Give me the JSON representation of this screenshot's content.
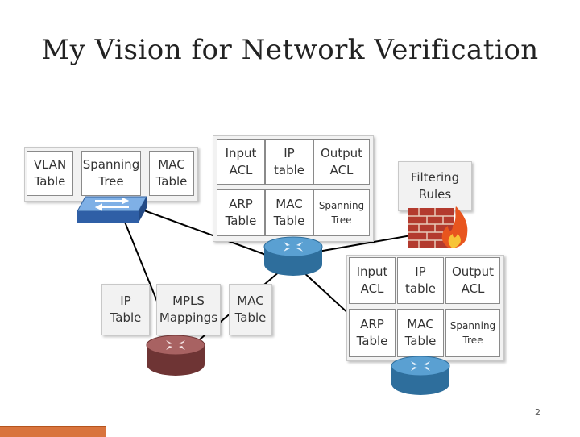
{
  "title": "My Vision for Network Verification",
  "page_number": "2",
  "switch_tables": [
    "VLAN\nTable",
    "Spanning\nTree",
    "MAC\nTable"
  ],
  "router_top_tables": [
    "Input\nACL",
    "IP\ntable",
    "Output\nACL",
    "ARP\nTable",
    "MAC\nTable",
    "Spanning\nTree"
  ],
  "firewall_label": "Filtering\nRules",
  "mpls_router_tables": [
    "IP\nTable",
    "MPLS\nMappings",
    "MAC\nTable"
  ],
  "router_bottom_tables": [
    "Input\nACL",
    "IP\ntable",
    "Output\nACL",
    "ARP\nTable",
    "MAC\nTable",
    "Spanning\nTree"
  ],
  "colors": {
    "router_blue": "#3d84b8",
    "router_red": "#9a5454",
    "switch_blue": "#3f6fb5",
    "firewall_brick": "#b33a2e",
    "accent_bar": "#d9743d"
  },
  "icons": [
    "switch-icon",
    "router-icon",
    "firewall-icon"
  ]
}
